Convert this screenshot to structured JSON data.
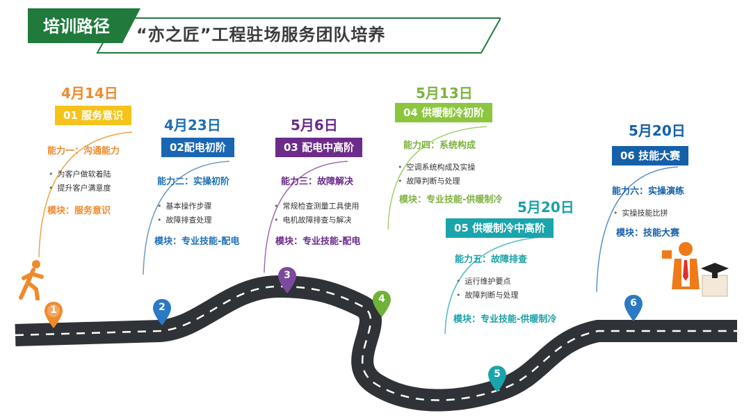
{
  "header": {
    "tag": "培训路径",
    "title": "“亦之匠”工程驻场服务团队培养"
  },
  "colors": {
    "header_green": "#1f7a3c",
    "orange": "#ef8a2c",
    "yellow": "#f5c31a",
    "blue": "#1a66b3",
    "purple": "#6d2b8a",
    "green": "#8cc63f",
    "teal": "#1aa4ab",
    "road": "#3c3f44"
  },
  "stages": [
    {
      "date": "4月14日",
      "badge": "01 服务意识",
      "ability": "能力一：沟通能力",
      "bullets": [
        "为客户做软着陆",
        "提升客户满意度"
      ],
      "module": "模块：服务意识",
      "pin": "1"
    },
    {
      "date": "4月23日",
      "badge": "02配电初阶",
      "ability": "能力二：实操初阶",
      "bullets": [
        "基本操作步骤",
        "故障排查处理"
      ],
      "module": "模块：专业技能-配电",
      "pin": "2"
    },
    {
      "date": "5月6日",
      "badge": "03 配电中高阶",
      "ability": "能力三：故障解决",
      "bullets": [
        "常规检查测量工具使用",
        "电机故障排查与解决"
      ],
      "module": "模块：专业技能-配电",
      "pin": "3"
    },
    {
      "date": "5月13日",
      "badge": "04 供暖制冷初阶",
      "ability": "能力四：系统构成",
      "bullets": [
        "空调系统构成及实操",
        "故障判断与处理"
      ],
      "module": "模块：专业技能-供暖制冷",
      "pin": "4"
    },
    {
      "date": "5月20日",
      "badge": "05 供暖制冷中高阶",
      "ability": "能力五：故障排查",
      "bullets": [
        "运行维护要点",
        "故障判断与处理"
      ],
      "module": "模块：专业技能-供暖制冷",
      "pin": "5"
    },
    {
      "date": "5月20日",
      "badge": "06 技能大赛",
      "ability": "能力六：实操演练",
      "bullets": [
        "实操技能比拼"
      ],
      "module": "模块：技能大赛",
      "pin": "6"
    }
  ]
}
